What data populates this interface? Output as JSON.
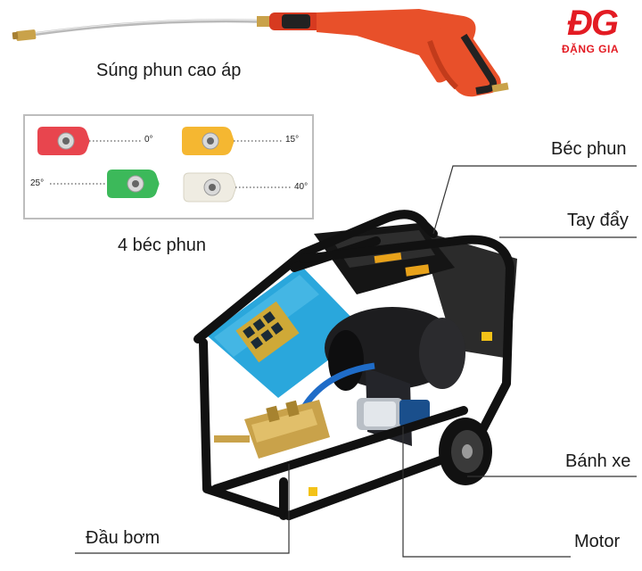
{
  "logo": {
    "mark": "ĐG",
    "name": "ĐẶNG GIA",
    "color": "#e31b23"
  },
  "captions": {
    "gun": "Súng phun cao áp",
    "nozzles": "4 béc phun"
  },
  "nozzles": [
    {
      "angle": "0°",
      "color": "#e8454e"
    },
    {
      "angle": "15°",
      "color": "#f5b731"
    },
    {
      "angle": "25°",
      "color": "#3cb95a"
    },
    {
      "angle": "40°",
      "color": "#efece2"
    }
  ],
  "labels": {
    "nozzle": "Béc phun",
    "handle": "Tay đẩy",
    "wheel": "Bánh xe",
    "pump_head": "Đầu bơm",
    "motor": "Motor"
  },
  "colors": {
    "frame": "#111111",
    "panel": "#2aa7dc",
    "brass": "#c9a24a",
    "gun": "#e8502a",
    "motor": "#1d1d1f"
  }
}
